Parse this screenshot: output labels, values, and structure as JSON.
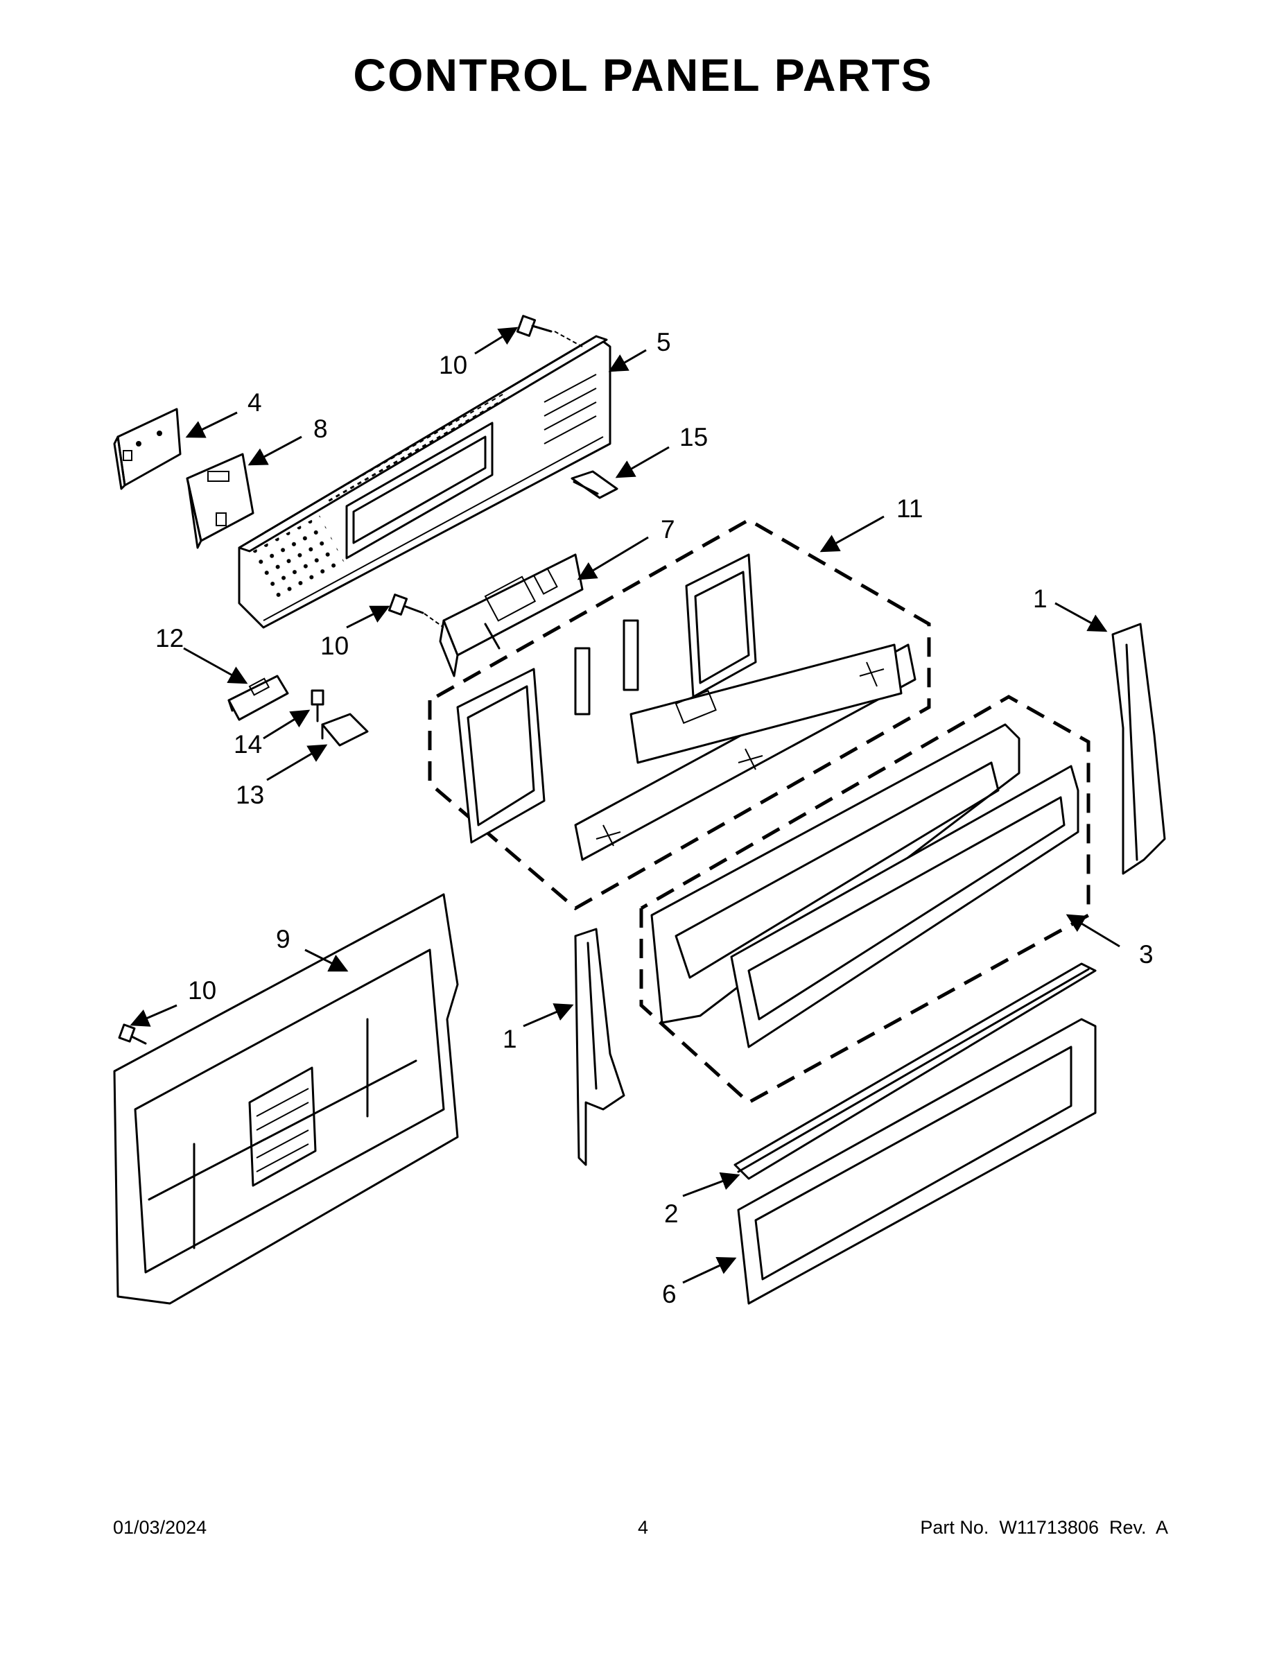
{
  "title": "CONTROL PANEL PARTS",
  "callouts": {
    "c1a": "1",
    "c1b": "1",
    "c2": "2",
    "c3": "3",
    "c4": "4",
    "c5": "5",
    "c6": "6",
    "c7": "7",
    "c8": "8",
    "c9": "9",
    "c10a": "10",
    "c10b": "10",
    "c10c": "10",
    "c11": "11",
    "c12": "12",
    "c13": "13",
    "c14": "14",
    "c15": "15"
  },
  "footer": {
    "date": "01/03/2024",
    "page": "4",
    "part_no": "Part No.  W11713806  Rev.  A"
  }
}
